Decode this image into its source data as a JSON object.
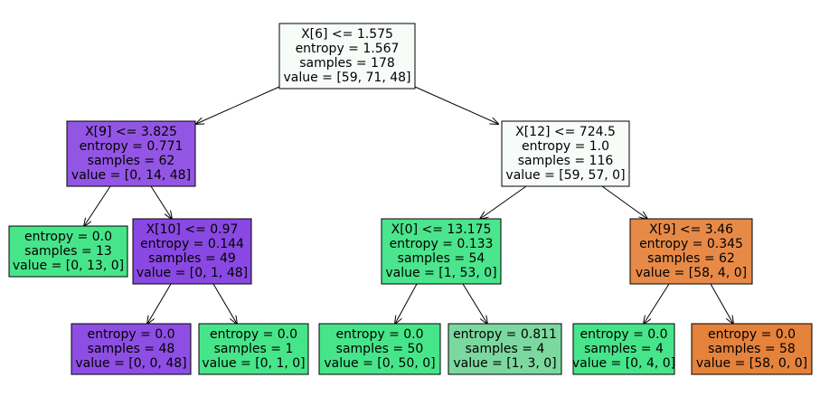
{
  "tree": {
    "nodes": [
      {
        "id": "n0",
        "lines": [
          "X[6] <= 1.575",
          "entropy = 1.567",
          "samples = 178",
          "value = [59, 71, 48]"
        ],
        "fill": "#f8fcf9"
      },
      {
        "id": "n1",
        "lines": [
          "X[9] <= 3.825",
          "entropy = 0.771",
          "samples = 62",
          "value = [0, 14, 48]"
        ],
        "fill": "#9356e4"
      },
      {
        "id": "n2",
        "lines": [
          "X[12] <= 724.5",
          "entropy = 1.0",
          "samples = 116",
          "value = [59, 57, 0]"
        ],
        "fill": "#f8fcf9"
      },
      {
        "id": "n3",
        "lines": [
          "entropy = 0.0",
          "samples = 13",
          "value = [0, 13, 0]"
        ],
        "fill": "#47e58a"
      },
      {
        "id": "n4",
        "lines": [
          "X[10] <= 0.97",
          "entropy = 0.144",
          "samples = 49",
          "value = [0, 1, 48]"
        ],
        "fill": "#8a48e3"
      },
      {
        "id": "n5",
        "lines": [
          "X[0] <= 13.175",
          "entropy = 0.133",
          "samples = 54",
          "value = [1, 53, 0]"
        ],
        "fill": "#4ae58c"
      },
      {
        "id": "n6",
        "lines": [
          "X[9] <= 3.46",
          "entropy = 0.345",
          "samples = 62",
          "value = [58, 4, 0]"
        ],
        "fill": "#e78a48"
      },
      {
        "id": "n7",
        "lines": [
          "entropy = 0.0",
          "samples = 48",
          "value = [0, 0, 48]"
        ],
        "fill": "#8e4ee4"
      },
      {
        "id": "n8",
        "lines": [
          "entropy = 0.0",
          "samples = 1",
          "value = [0, 1, 0]"
        ],
        "fill": "#47e58a"
      },
      {
        "id": "n9",
        "lines": [
          "entropy = 0.0",
          "samples = 50",
          "value = [0, 50, 0]"
        ],
        "fill": "#47e58a"
      },
      {
        "id": "n10",
        "lines": [
          "entropy = 0.811",
          "samples = 4",
          "value = [1, 3, 0]"
        ],
        "fill": "#7bd9a0"
      },
      {
        "id": "n11",
        "lines": [
          "entropy = 0.0",
          "samples = 4",
          "value = [0, 4, 0]"
        ],
        "fill": "#47e58a"
      },
      {
        "id": "n12",
        "lines": [
          "entropy = 0.0",
          "samples = 58",
          "value = [58, 0, 0]"
        ],
        "fill": "#e5823b"
      }
    ],
    "edges": [
      [
        "n0",
        "n1"
      ],
      [
        "n0",
        "n2"
      ],
      [
        "n1",
        "n3"
      ],
      [
        "n1",
        "n4"
      ],
      [
        "n2",
        "n5"
      ],
      [
        "n2",
        "n6"
      ],
      [
        "n4",
        "n7"
      ],
      [
        "n4",
        "n8"
      ],
      [
        "n5",
        "n9"
      ],
      [
        "n5",
        "n10"
      ],
      [
        "n6",
        "n11"
      ],
      [
        "n6",
        "n12"
      ]
    ],
    "border_color": "#000000",
    "edge_color": "#000000"
  }
}
